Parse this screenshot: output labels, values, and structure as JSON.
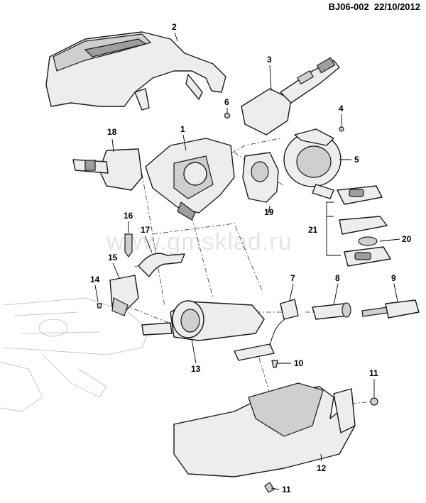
{
  "header": {
    "ref": "BJ06-002",
    "date": "22/10/2012"
  },
  "watermark": "www.gmsklad.ru",
  "callouts": [
    "2",
    "3",
    "6",
    "4",
    "18",
    "1",
    "5",
    "19",
    "16",
    "17",
    "21",
    "20",
    "15",
    "14",
    "7",
    "8",
    "9",
    "13",
    "10",
    "11",
    "12",
    "11"
  ]
}
